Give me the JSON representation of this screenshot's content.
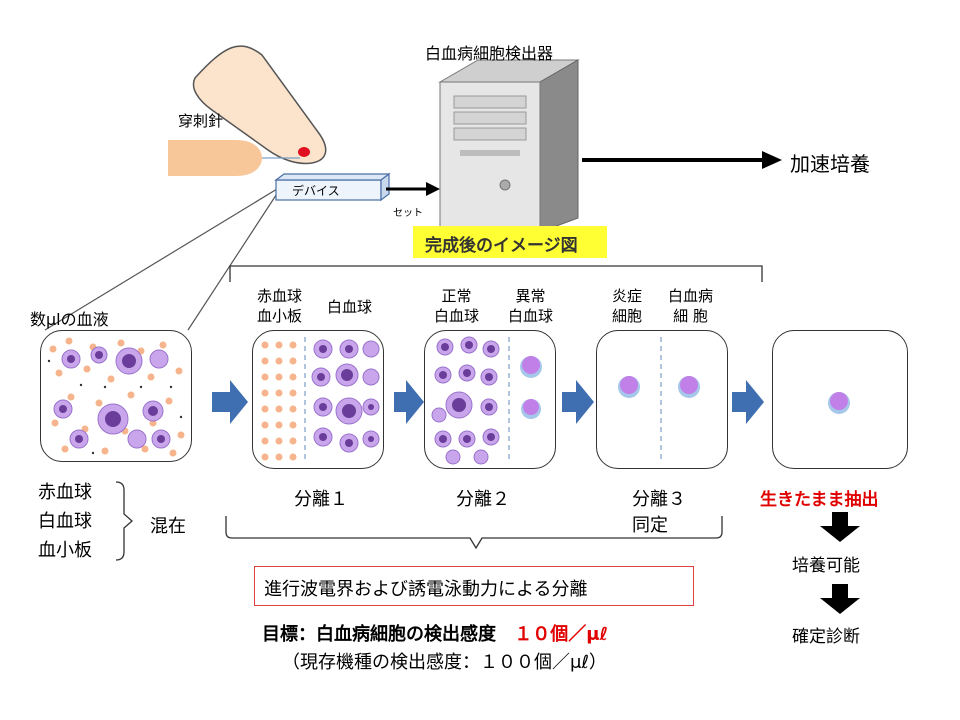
{
  "header": {
    "device_title": "白血病細胞検出器",
    "needle_label": "穿刺針",
    "device_label": "デバイス",
    "set_label": "セット",
    "accel_label": "加速培養",
    "concept_label": "完成後のイメージ図"
  },
  "panels": {
    "blood_label": "数μlの血液",
    "p1_label_left": "赤血球\n血小板",
    "p1_label_right": "白血球",
    "p2_label_left": "正常\n白血球",
    "p2_label_right": "異常\n白血球",
    "p3_label_left": "炎症\n細胞",
    "p3_label_right": "白血病\n細 胞"
  },
  "bottom": {
    "mix_items": [
      "赤血球",
      "白血球",
      "血小板"
    ],
    "mix_label": "混在",
    "sep1": "分離１",
    "sep2": "分離２",
    "sep3": "分離３",
    "identify": "同定",
    "extract": "生きたまま抽出",
    "culture": "培養可能",
    "diagnosis": "確定診断",
    "method": "進行波電界および誘電泳動力による分離",
    "goal_prefix": "目標：白血病細胞の検出感度",
    "goal_value": "１０個／μℓ",
    "current": "（現存機種の検出感度：１００個／μℓ）"
  },
  "colors": {
    "arrow_blue": "#3f6fb0",
    "red_text": "#e00000",
    "highlight": "#ffff33",
    "cell_purple": "#b07be0",
    "rbc_orange": "#f5b48c"
  }
}
